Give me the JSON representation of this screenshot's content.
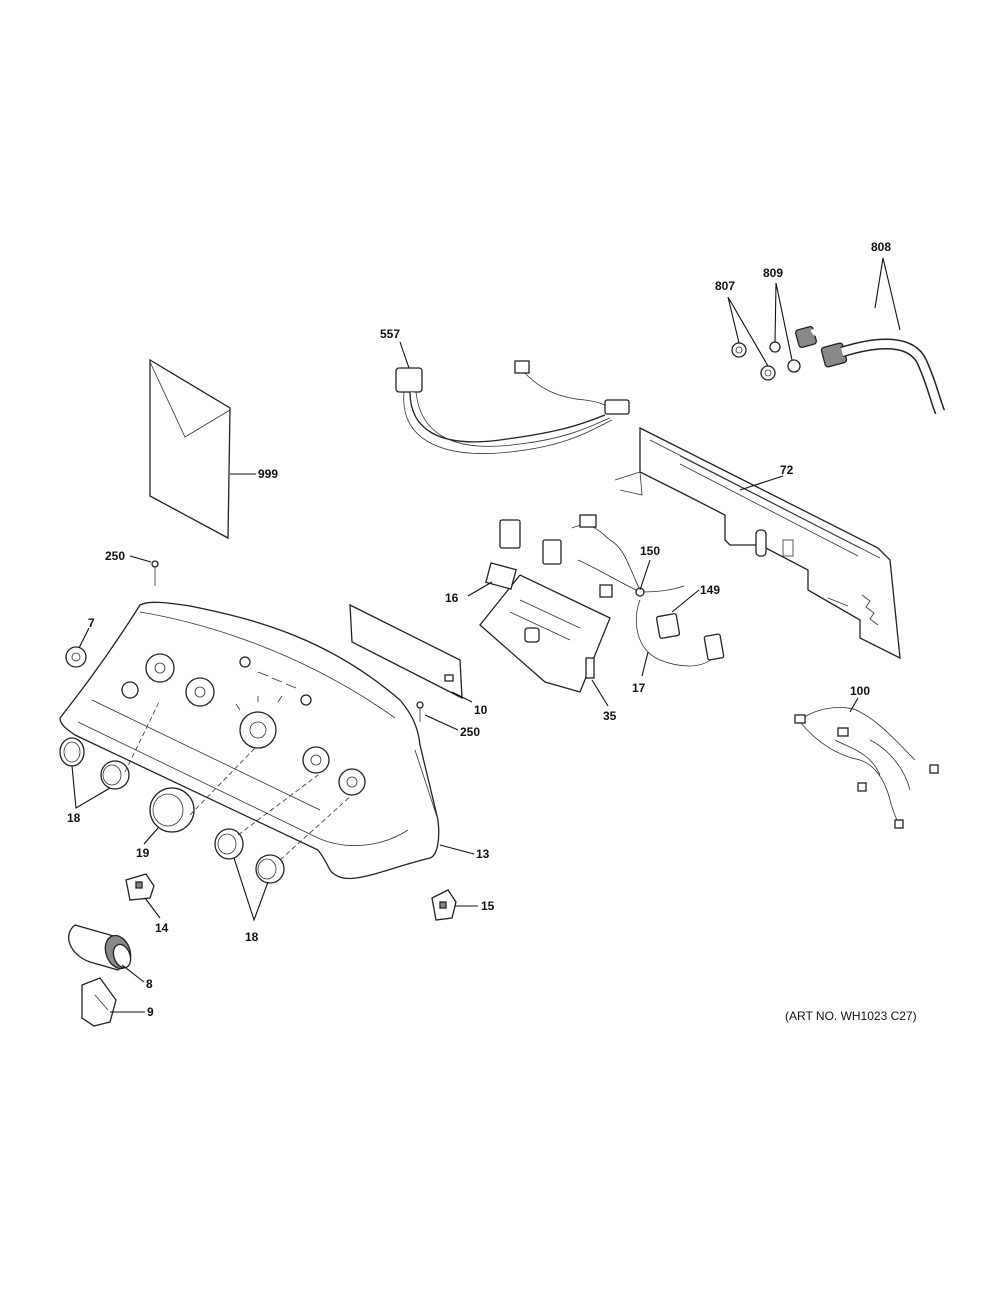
{
  "diagram": {
    "art_number": "(ART NO. WH1023 C27)",
    "callouts": {
      "c999": "999",
      "c557": "557",
      "c807": "807",
      "c809": "809",
      "c808": "808",
      "c72": "72",
      "c250a": "250",
      "c7": "7",
      "c16": "16",
      "c150": "150",
      "c149": "149",
      "c10": "10",
      "c35": "35",
      "c17": "17",
      "c250b": "250",
      "c100": "100",
      "c18a": "18",
      "c19": "19",
      "c13": "13",
      "c14": "14",
      "c15": "15",
      "c18b": "18",
      "c8": "8",
      "c9": "9"
    }
  }
}
